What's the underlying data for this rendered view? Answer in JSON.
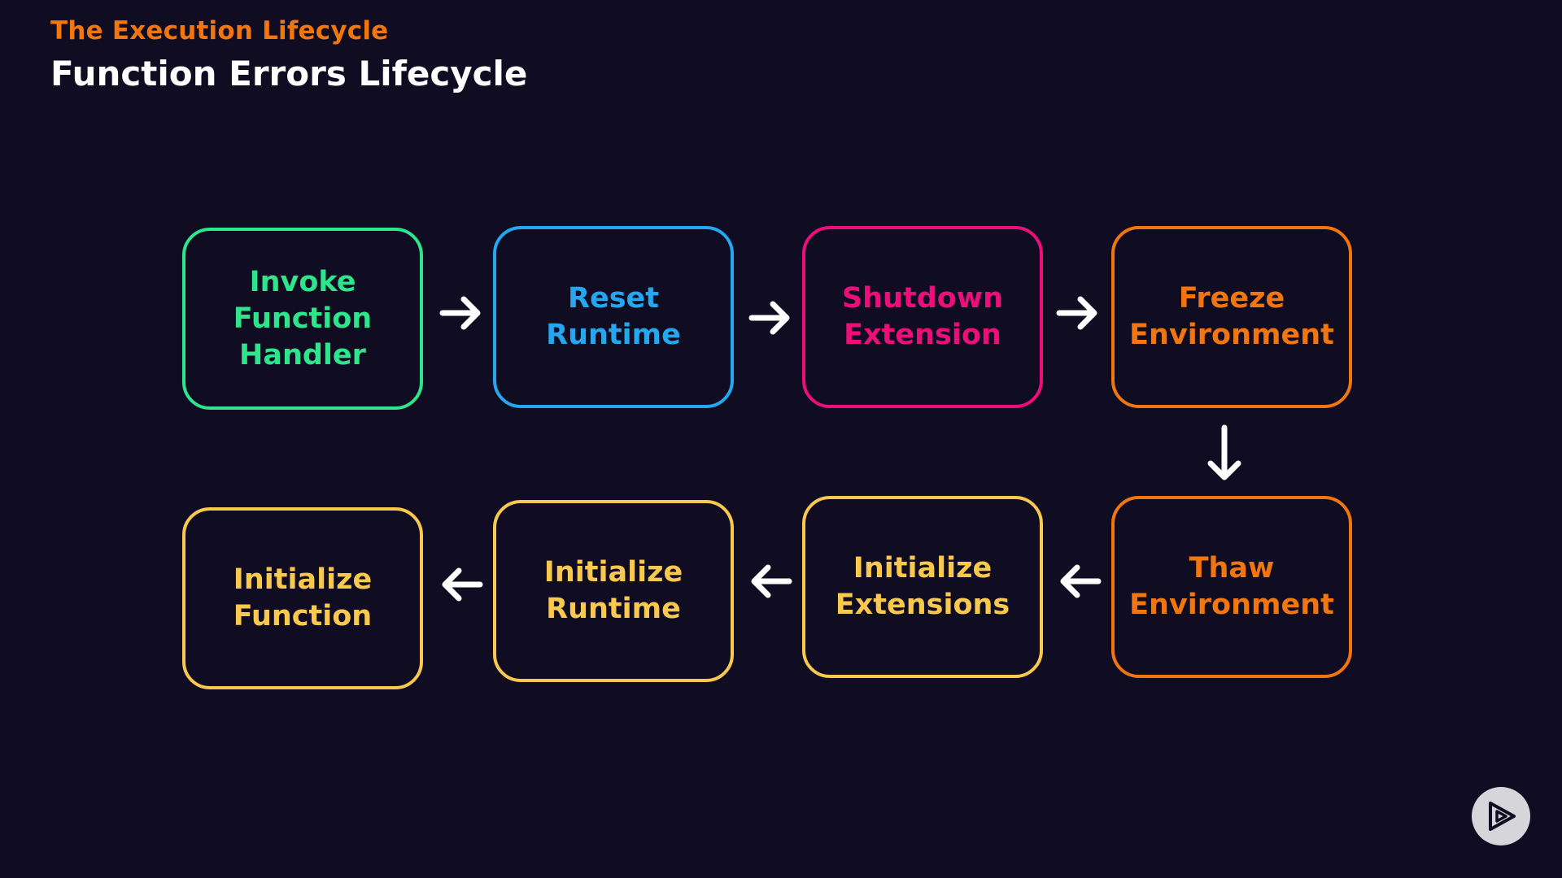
{
  "header": {
    "eyebrow": "The Execution Lifecycle",
    "title": "Function Errors Lifecycle"
  },
  "steps": [
    {
      "id": "invoke-function-handler",
      "label": "Invoke Function Handler",
      "color": "#2ee58c"
    },
    {
      "id": "reset-runtime",
      "label": "Reset Runtime",
      "color": "#24a7ee"
    },
    {
      "id": "shutdown-extension",
      "label": "Shutdown Extension",
      "color": "#ee0e7a"
    },
    {
      "id": "freeze-environment",
      "label": "Freeze Environment",
      "color": "#f2760f"
    },
    {
      "id": "thaw-environment",
      "label": "Thaw Environment",
      "color": "#f2760f"
    },
    {
      "id": "initialize-extensions",
      "label": "Initialize Extensions",
      "color": "#f8c84f"
    },
    {
      "id": "initialize-runtime",
      "label": "Initialize Runtime",
      "color": "#f8c84f"
    },
    {
      "id": "initialize-function",
      "label": "Initialize Function",
      "color": "#f8c84f"
    }
  ],
  "arrow_color": "#ffffff",
  "icons": {
    "arrow": "arrow-icon",
    "brand": "play-logo-icon"
  }
}
